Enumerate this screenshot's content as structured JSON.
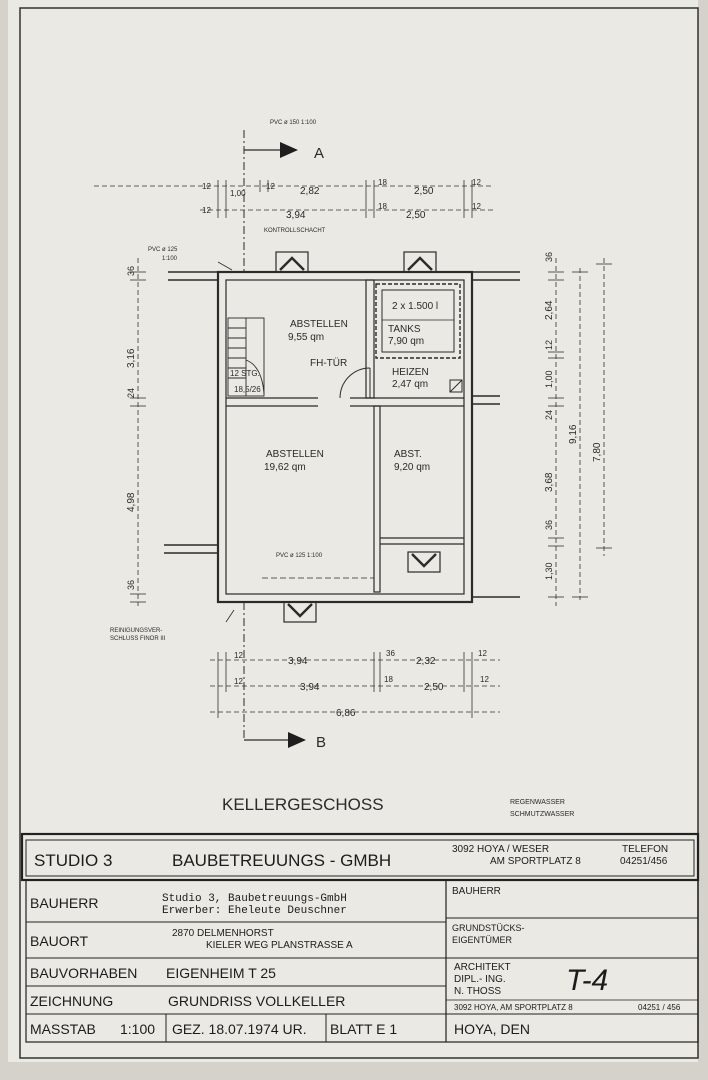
{
  "drawing": {
    "section_a": "A",
    "section_b": "B",
    "pvc_top": "PVC ø 150  1:100",
    "pvc_left": "PVC ø 125",
    "pvc_left_scale": "1:100",
    "pvc_bottom": "PVC ø 125  1:100",
    "kontrollschacht": "KONTROLLSCHACHT",
    "reinigung_1": "REINIGUNGSVER-",
    "reinigung_2": "SCHLUSS  FINOR III",
    "title": "KELLERGESCHOSS",
    "regenwasser": "REGENWASSER",
    "schmutzwasser": "SCHMUTZWASSER"
  },
  "rooms": {
    "abstellen_top_name": "ABSTELLEN",
    "abstellen_top_area": "9,55 qm",
    "tank_label": "2 x 1.500 l",
    "tanks_name": "TANKS",
    "tanks_area": "7,90 qm",
    "fh_tuer": "FH-TÜR",
    "heizen_name": "HEIZEN",
    "heizen_area": "2,47 qm",
    "stair_label": "12  STG.",
    "stair_dim": "18,5/26",
    "abstellen_main_name": "ABSTELLEN",
    "abstellen_main_area": "19,62 qm",
    "abst_name": "ABST.",
    "abst_area": "9,20 qm"
  },
  "dims_top": {
    "r1": [
      "12",
      "1,00",
      "12",
      "2,82",
      "18",
      "2,50",
      "12"
    ],
    "r2": [
      "12",
      "3,94",
      "18",
      "2,50",
      "12"
    ]
  },
  "dims_bottom": {
    "r1": [
      "12",
      "3,94",
      "36",
      "2,32",
      "12"
    ],
    "r2": [
      "12",
      "3,94",
      "18",
      "2,50",
      "12"
    ],
    "total": "6,86"
  },
  "dims_left": [
    "36",
    "3,16",
    "24",
    "4,98",
    "36"
  ],
  "dims_right": [
    "36",
    "2,64",
    "12",
    "1,00",
    "24",
    "3,68",
    "36",
    "1,30"
  ],
  "dims_overall": [
    "9,16",
    "7,80"
  ],
  "title_block": {
    "company": "STUDIO 3",
    "company_type": "BAUBETREUUNGS - GMBH",
    "address_line1": "3092 HOYA / WESER",
    "address_line2": "AM SPORTPLATZ 8",
    "phone_label": "TELEFON",
    "phone": "04251/456",
    "bauherr_label": "BAUHERR",
    "bauherr_value1": "Studio 3, Baubetreuungs-GmbH",
    "bauherr_value2": "Erwerber: Eheleute Deuschner",
    "bauherr_right": "BAUHERR",
    "bauort_label": "BAUORT",
    "bauort_value1": "2870  DELMENHORST",
    "bauort_value2": "KIELER WEG   PLANSTRASSE  A",
    "grundstueck_1": "GRUNDSTÜCKS-",
    "grundstueck_2": "EIGENTÜMER",
    "vorhaben_label": "BAUVORHABEN",
    "vorhaben_value": "EIGENHEIM  T 25",
    "architekt_1": "ARCHITEKT",
    "architekt_2": "DIPL.- ING.",
    "architekt_3": "N.   THOSS",
    "signature": "T-4",
    "zeichnung_label": "ZEICHNUNG",
    "zeichnung_value": "GRUNDRISS  VOLLKELLER",
    "arch_address": "3092 HOYA, AM SPORTPLATZ 8",
    "arch_phone": "04251 / 456",
    "masstab_label": "MASSTAB",
    "masstab_value": "1:100",
    "gez": "GEZ.  18.07.1974  UR.",
    "blatt": "BLATT  E 1",
    "place_date": "HOYA, DEN"
  }
}
